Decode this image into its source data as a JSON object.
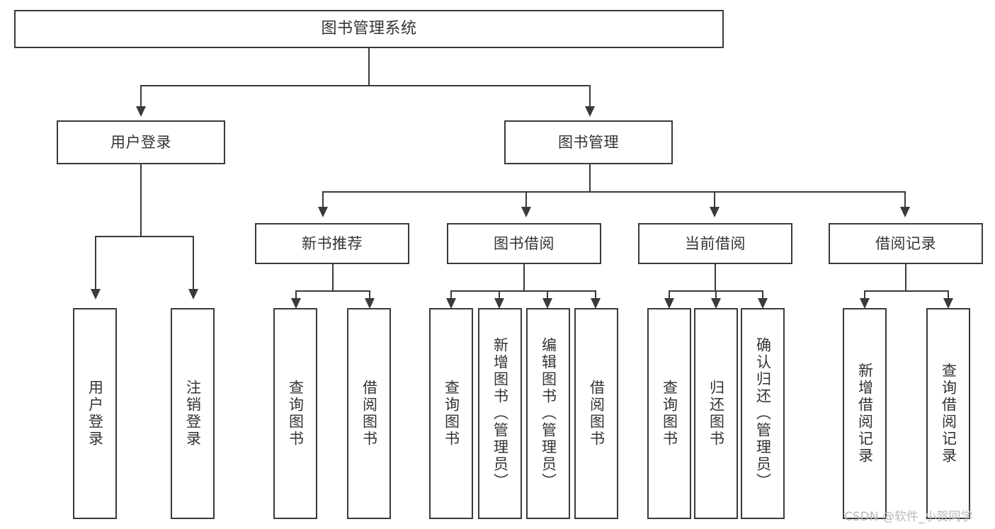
{
  "diagram": {
    "title": "图书管理系统",
    "type": "功能结构图",
    "root": {
      "id": "root",
      "label": "图书管理系统"
    },
    "level1": [
      {
        "id": "user-login",
        "label": "用户登录"
      },
      {
        "id": "book-manage",
        "label": "图书管理"
      }
    ],
    "level2": [
      {
        "id": "new-book-recommend",
        "label": "新书推荐",
        "parent": "book-manage"
      },
      {
        "id": "book-borrow",
        "label": "图书借阅",
        "parent": "book-manage"
      },
      {
        "id": "current-borrow",
        "label": "当前借阅",
        "parent": "book-manage"
      },
      {
        "id": "borrow-record",
        "label": "借阅记录",
        "parent": "book-manage"
      }
    ],
    "leaves": [
      {
        "id": "leaf-user-login",
        "label": "用户登录",
        "parent": "user-login"
      },
      {
        "id": "leaf-user-logout",
        "label": "注销登录",
        "parent": "user-login"
      },
      {
        "id": "leaf-query-book-1",
        "label": "查询图书",
        "parent": "new-book-recommend"
      },
      {
        "id": "leaf-borrow-book-1",
        "label": "借阅图书",
        "parent": "new-book-recommend"
      },
      {
        "id": "leaf-query-book-2",
        "label": "查询图书",
        "parent": "book-borrow"
      },
      {
        "id": "leaf-add-book",
        "label": "新增图书（管理员）",
        "parent": "book-borrow"
      },
      {
        "id": "leaf-edit-book",
        "label": "编辑图书（管理员）",
        "parent": "book-borrow"
      },
      {
        "id": "leaf-borrow-book-2",
        "label": "借阅图书",
        "parent": "book-borrow"
      },
      {
        "id": "leaf-query-book-3",
        "label": "查询图书",
        "parent": "current-borrow"
      },
      {
        "id": "leaf-return-book",
        "label": "归还图书",
        "parent": "current-borrow"
      },
      {
        "id": "leaf-confirm-return",
        "label": "确认归还（管理员）",
        "parent": "current-borrow"
      },
      {
        "id": "leaf-add-record",
        "label": "新增借阅记录",
        "parent": "borrow-record"
      },
      {
        "id": "leaf-query-record",
        "label": "查询借阅记录",
        "parent": "borrow-record"
      }
    ],
    "colors": {
      "stroke": "#3a3a3a",
      "text": "#333333",
      "background": "#ffffff",
      "watermark": "#b9b9b9"
    }
  },
  "watermark": {
    "text": "CSDN @软件_小贺同学"
  }
}
